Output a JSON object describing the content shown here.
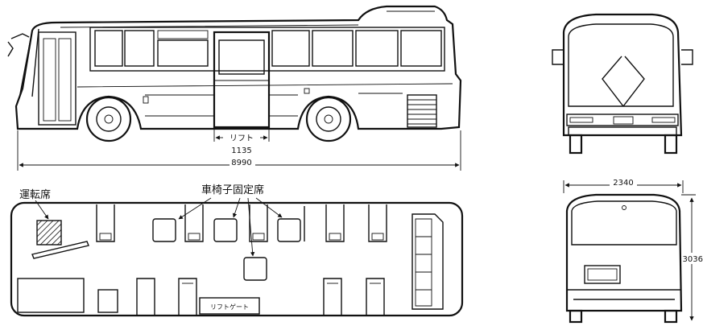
{
  "dimensions": {
    "lift_label": "リフト",
    "lift_width": "1135",
    "overall_length": "8990",
    "overall_width": "2340",
    "overall_height": "3036"
  },
  "plan_labels": {
    "driver_seat": "運転席",
    "wheelchair_spaces": "車椅子固定席",
    "lift_gate": "リフトゲート"
  }
}
